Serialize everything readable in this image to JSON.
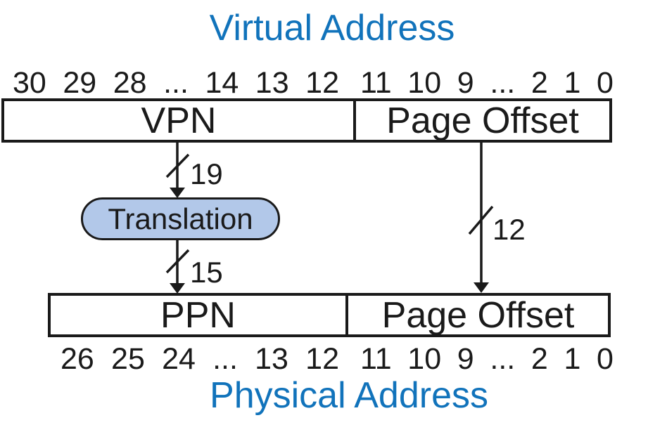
{
  "virtual_address": {
    "title": "Virtual Address",
    "bit_labels_vpn": [
      "30",
      "29",
      "28",
      "...",
      "14",
      "13",
      "12"
    ],
    "bit_labels_offset": [
      "11",
      "10",
      "9",
      "...",
      "2",
      "1",
      "0"
    ],
    "fields": {
      "vpn": "VPN",
      "page_offset": "Page Offset"
    }
  },
  "translation": {
    "label": "Translation",
    "vpn_bus_width": "19",
    "ppn_bus_width": "15",
    "offset_bus_width": "12"
  },
  "physical_address": {
    "title": "Physical Address",
    "bit_labels_ppn": [
      "26",
      "25",
      "24",
      "...",
      "13",
      "12"
    ],
    "bit_labels_offset": [
      "11",
      "10",
      "9",
      "...",
      "2",
      "1",
      "0"
    ],
    "fields": {
      "ppn": "PPN",
      "page_offset": "Page Offset"
    }
  },
  "colors": {
    "title_blue": "#1173bb",
    "bubble_fill": "#b2c8e9",
    "line_black": "#1a1a1a",
    "page_bg": "#ffffff"
  }
}
